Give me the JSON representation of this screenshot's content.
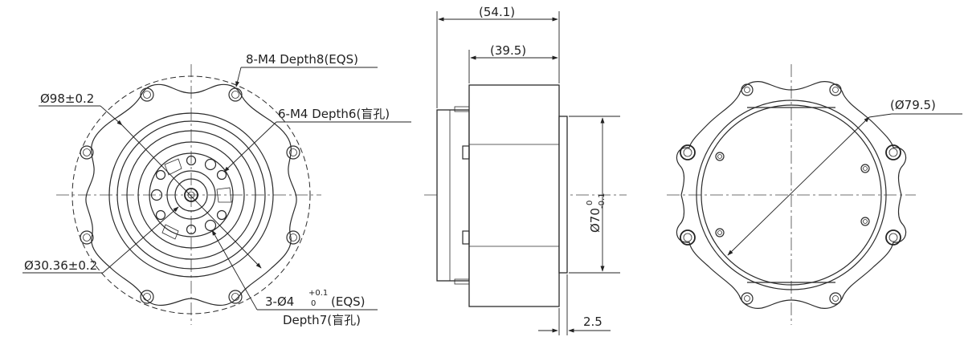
{
  "front_view": {
    "callout_outer_diameter": "Ø98±0.2",
    "callout_outer_holes": "8-M4 Depth8(EQS)",
    "callout_inner_holes": "6-M4 Depth6(盲孔)",
    "callout_bore": "Ø30.36±0.2",
    "callout_pin_holes_main": "3-Ø4",
    "callout_pin_holes_tol_upper": "+0.1",
    "callout_pin_holes_tol_lower": "0",
    "callout_pin_holes_suffix": "(EQS)",
    "callout_pin_holes_depth": "Depth7(盲孔)"
  },
  "side_view": {
    "overall_length": "(54.1)",
    "body_length": "(39.5)",
    "diameter_base": "Ø70",
    "diameter_tol_upper": "0",
    "diameter_tol_lower": "-0.1",
    "step_length": "2.5"
  },
  "rear_view": {
    "inner_diameter": "(Ø79.5)"
  }
}
